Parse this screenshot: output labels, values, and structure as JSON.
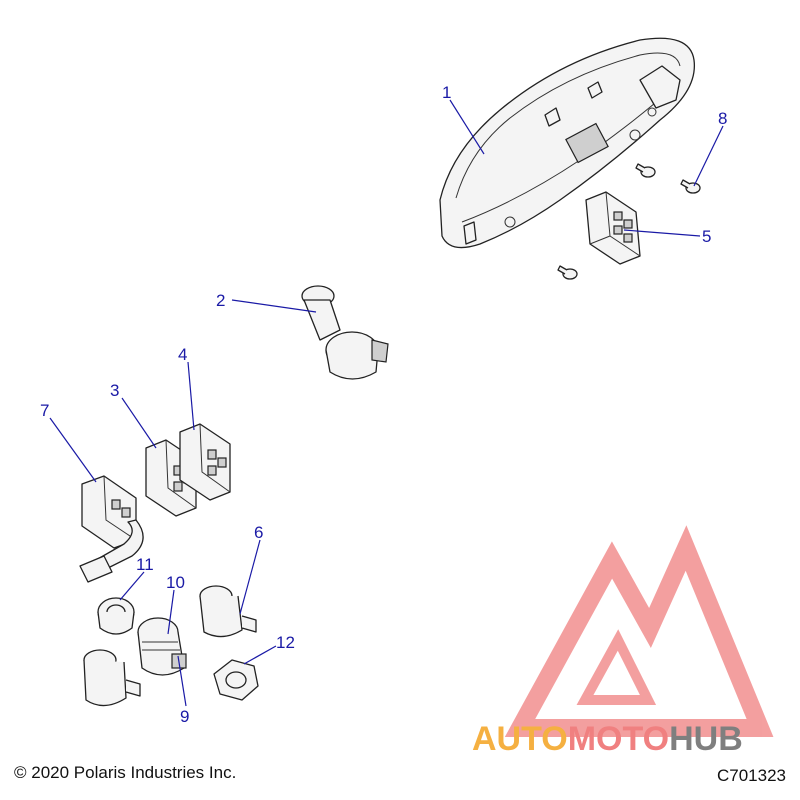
{
  "callouts": [
    {
      "id": "1",
      "label": "1"
    },
    {
      "id": "2",
      "label": "2"
    },
    {
      "id": "3",
      "label": "3"
    },
    {
      "id": "4",
      "label": "4"
    },
    {
      "id": "5",
      "label": "5"
    },
    {
      "id": "6",
      "label": "6"
    },
    {
      "id": "7",
      "label": "7"
    },
    {
      "id": "8",
      "label": "8"
    },
    {
      "id": "9",
      "label": "9"
    },
    {
      "id": "10",
      "label": "10"
    },
    {
      "id": "11",
      "label": "11"
    },
    {
      "id": "12",
      "label": "12"
    }
  ],
  "footer": {
    "copyright": "© 2020 Polaris Industries Inc.",
    "diagram_code": "C701323"
  },
  "watermark": {
    "text_part1": "AUTO",
    "text_part2": "MOTO",
    "text_part3": "HUB",
    "color_orange": "#f5b041",
    "color_red": "#f08080",
    "color_gray": "#7f7f7f"
  },
  "colors": {
    "callout": "#1a1aa6"
  }
}
